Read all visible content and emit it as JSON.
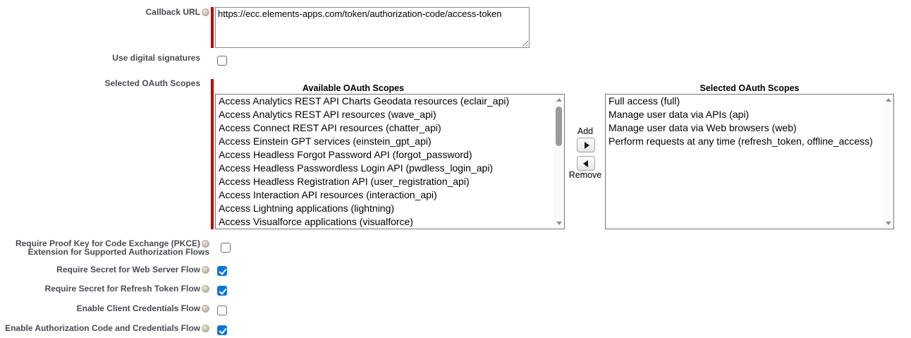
{
  "colors": {
    "required_bar": "#c00000",
    "checkbox_checked": "#0b76d9",
    "label_text": "#4a4a56"
  },
  "callback_url": {
    "label": "Callback URL",
    "value": "https://ecc.elements-apps.com/token/authorization-code/access-token"
  },
  "use_digital_signatures": {
    "label": "Use digital signatures",
    "checked": false
  },
  "oauth_scopes": {
    "field_label": "Selected OAuth Scopes",
    "available": {
      "header": "Available OAuth Scopes",
      "items": [
        "Access Analytics REST API Charts Geodata resources (eclair_api)",
        "Access Analytics REST API resources (wave_api)",
        "Access Connect REST API resources (chatter_api)",
        "Access Einstein GPT services (einstein_gpt_api)",
        "Access Headless Forgot Password API (forgot_password)",
        "Access Headless Passwordless Login API (pwdless_login_api)",
        "Access Headless Registration API (user_registration_api)",
        "Access Interaction API resources (interaction_api)",
        "Access Lightning applications (lightning)",
        "Access Visualforce applications (visualforce)"
      ]
    },
    "selected": {
      "header": "Selected OAuth Scopes",
      "items": [
        "Full access (full)",
        "Manage user data via APIs (api)",
        "Manage user data via Web browsers (web)",
        "Perform requests at any time (refresh_token, offline_access)"
      ]
    },
    "add_label": "Add",
    "remove_label": "Remove"
  },
  "pkce": {
    "label_line1": "Require Proof Key for Code Exchange (PKCE)",
    "label_line2": "Extension for Supported Authorization Flows",
    "checked": false
  },
  "require_secret_web_server": {
    "label": "Require Secret for Web Server Flow",
    "checked": true
  },
  "require_secret_refresh_token": {
    "label": "Require Secret for Refresh Token Flow",
    "checked": true
  },
  "enable_client_credentials": {
    "label": "Enable Client Credentials Flow",
    "checked": false
  },
  "enable_auth_code_credentials": {
    "label": "Enable Authorization Code and Credentials Flow",
    "checked": true
  }
}
